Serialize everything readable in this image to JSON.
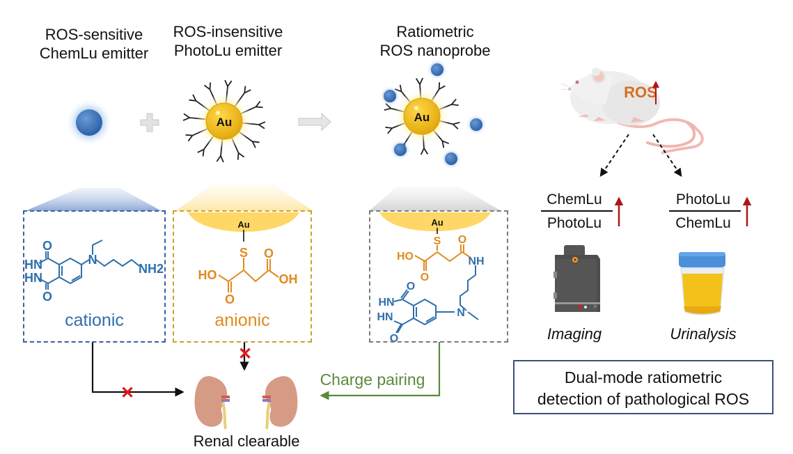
{
  "titles": {
    "chemlu": [
      "ROS-sensitive",
      "ChemLu emitter"
    ],
    "photolu": [
      "ROS-insensitive",
      "PhotoLu emitter"
    ],
    "nanoprobe": [
      "Ratiometric",
      "ROS nanoprobe"
    ]
  },
  "particles": {
    "gold_label": "Au",
    "plus_symbol": "+",
    "arrow": "→"
  },
  "mouse": {
    "label": "ROS"
  },
  "boxes": {
    "cationic": {
      "label": "cationic",
      "color": "#2f6fad",
      "atoms": [
        "O",
        "HN",
        "HN",
        "O",
        "N",
        "NH2"
      ]
    },
    "anionic": {
      "label": "anionic",
      "color": "#e08a1e",
      "atoms": [
        "Au",
        "S",
        "HO",
        "O",
        "O",
        "OH"
      ]
    },
    "nanoprobe": {
      "color": "#7a7a7a",
      "atoms": [
        "Au",
        "S",
        "HO",
        "O",
        "O",
        "NH",
        "O",
        "HN",
        "HN",
        "O",
        "N"
      ]
    }
  },
  "flows": {
    "blocked_mark": "✕",
    "charge_pairing": "Charge pairing",
    "kidney_label": "Renal clearable"
  },
  "ratios": [
    {
      "numerator": "ChemLu",
      "denominator": "PhotoLu",
      "trend": "up",
      "mode": "Imaging"
    },
    {
      "numerator": "PhotoLu",
      "denominator": "ChemLu",
      "trend": "up",
      "mode": "Urinalysis"
    }
  ],
  "summary": [
    "Dual-mode ratiometric",
    "detection of pathological ROS"
  ],
  "colors": {
    "blue": "#2f6fad",
    "orange": "#e08a1e",
    "gold": "#f2c21b",
    "green": "#5a8a3a",
    "red_arrow": "#b01515",
    "red_x": "#e8141b",
    "box_border": "#3d4f7a"
  }
}
